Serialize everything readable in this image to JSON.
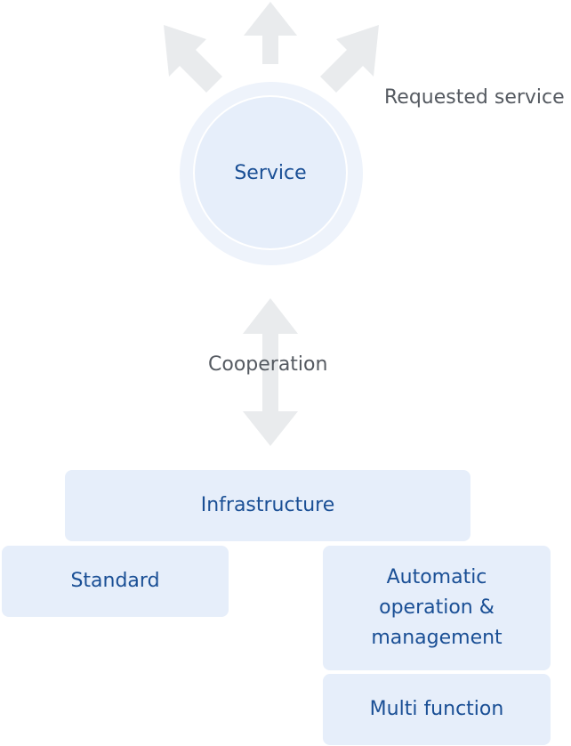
{
  "service": {
    "label": "Service"
  },
  "requested": {
    "label": "Requested service"
  },
  "cooperation": {
    "label": "Cooperation"
  },
  "boxes": {
    "infrastructure": "Infrastructure",
    "standard": "Standard",
    "automatic_lines": [
      "Automatic",
      "operation &",
      "management"
    ],
    "multi_function": "Multi function"
  },
  "colors": {
    "arrow": "#e9ebed",
    "box_fill": "#e6eefa",
    "box_text": "#1a4f95",
    "label_text": "#555a61"
  }
}
